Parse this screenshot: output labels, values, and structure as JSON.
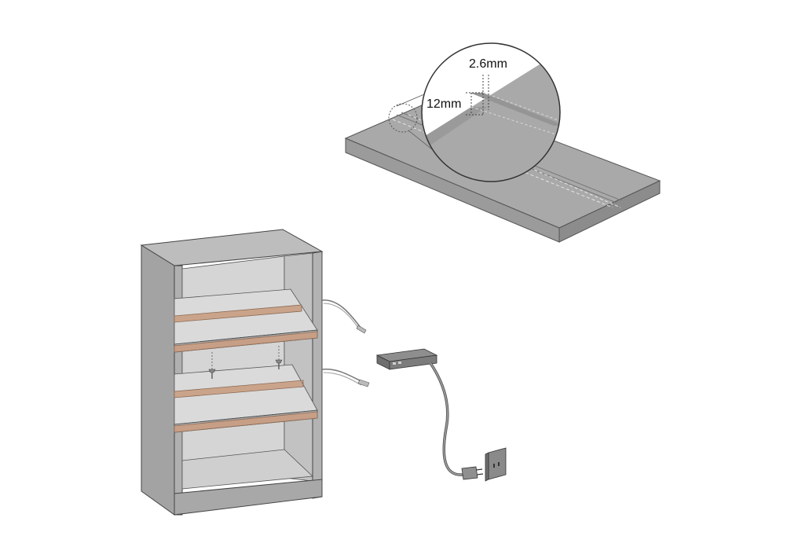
{
  "labels": {
    "dim_top": "2.6mm",
    "dim_side": "12mm"
  },
  "colors": {
    "panel": "#a9a9a9",
    "panel_light": "#c7c7c7",
    "panel_dark": "#8f8f8f",
    "edge": "#6e6e6e",
    "outline": "#3a3a3a",
    "wood_strip": "#caa48a",
    "cable": "#8a8a8a",
    "background": "#ffffff"
  },
  "icons": {
    "shelf_with_groove": "shelf-groove-illustration",
    "magnifier": "magnifier-circle-icon",
    "cabinet": "cabinet-illustration",
    "driver_box": "led-driver-icon",
    "plug": "power-plug-icon",
    "wall_socket": "wall-socket-icon"
  }
}
